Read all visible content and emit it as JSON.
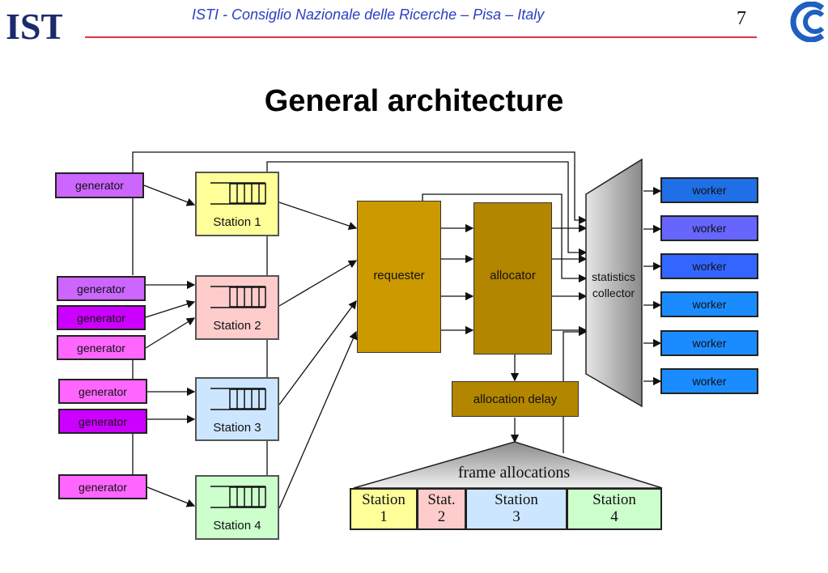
{
  "header": {
    "text": "ISTI - Consiglio Nazionale delle Ricerche – Pisa – Italy",
    "page_number": "7",
    "left_logo_text": "ISTI",
    "colors": {
      "header_text": "#2a3fbf",
      "rule": "#dd3344"
    }
  },
  "title": "General architecture",
  "generators": [
    {
      "label": "generator"
    },
    {
      "label": "generator"
    },
    {
      "label": "generator"
    },
    {
      "label": "generator"
    },
    {
      "label": "generator"
    },
    {
      "label": "generator"
    },
    {
      "label": "generator"
    }
  ],
  "stations": [
    {
      "label": "Station 1",
      "color": "#ffff99"
    },
    {
      "label": "Station 2",
      "color": "#ffcccc"
    },
    {
      "label": "Station 3",
      "color": "#cce6ff"
    },
    {
      "label": "Station 4",
      "color": "#ccffcc"
    }
  ],
  "requester": {
    "label": "requester",
    "color": "#cc9900"
  },
  "allocator": {
    "label": "allocator",
    "color": "#b38600"
  },
  "allocation_delay": {
    "label": "allocation delay",
    "color": "#b38600"
  },
  "statistics_collector": {
    "line1": "statistics",
    "line2": "collector"
  },
  "workers": [
    {
      "label": "worker",
      "color": "#1f6fe6"
    },
    {
      "label": "worker",
      "color": "#6666ff"
    },
    {
      "label": "worker",
      "color": "#3366ff"
    },
    {
      "label": "worker",
      "color": "#1a8cff"
    },
    {
      "label": "worker",
      "color": "#1a8cff"
    },
    {
      "label": "worker",
      "color": "#1a8cff"
    }
  ],
  "frame": {
    "label": "frame allocations",
    "cells": [
      {
        "line1": "Station",
        "line2": "1",
        "color": "#ffff99"
      },
      {
        "line1": "Stat.",
        "line2": "2",
        "color": "#ffcccc"
      },
      {
        "line1": "Station",
        "line2": "3",
        "color": "#cce6ff"
      },
      {
        "line1": "Station",
        "line2": "4",
        "color": "#ccffcc"
      }
    ]
  }
}
